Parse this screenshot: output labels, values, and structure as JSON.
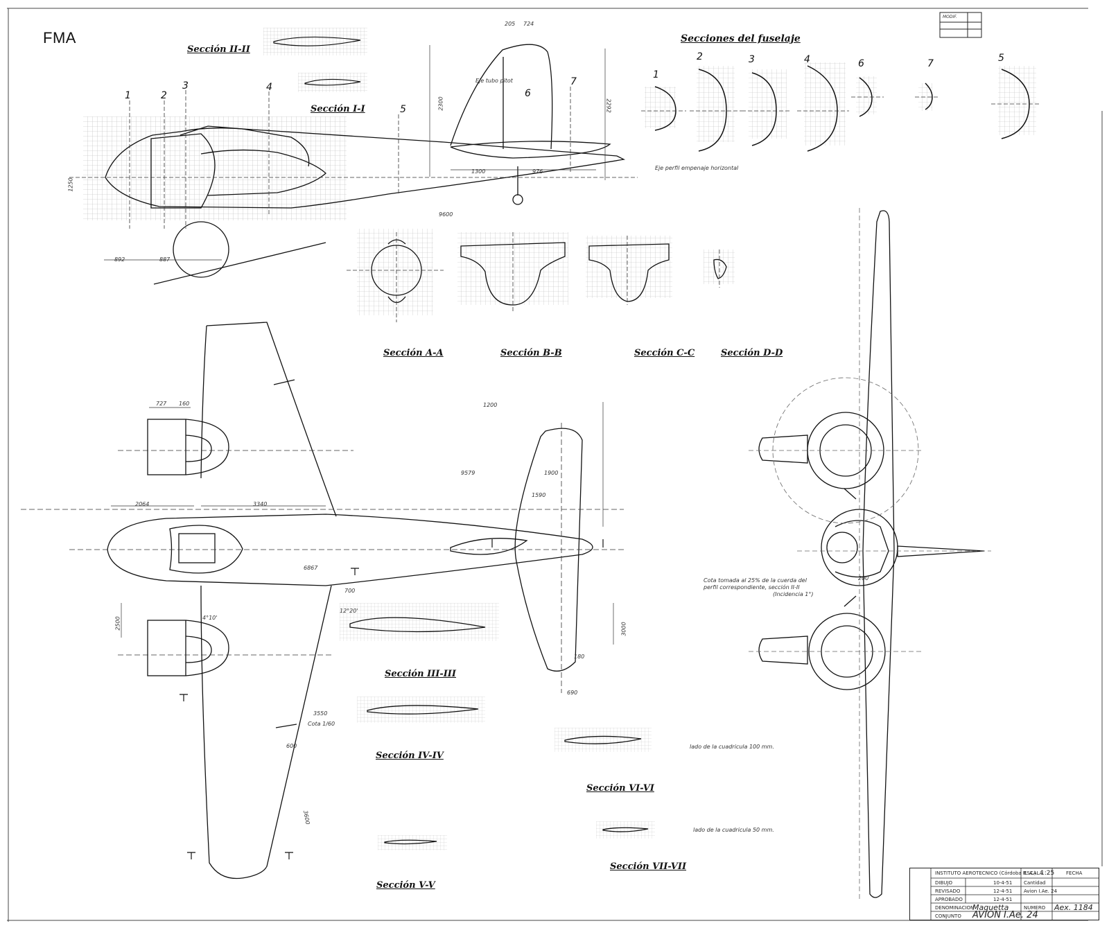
{
  "logo": "FMA",
  "sections": {
    "s2": "Sección II-II",
    "s1": "Sección I-I",
    "fuselage": "Secciones del fuselaje",
    "aa": "Sección A-A",
    "bb": "Sección B-B",
    "cc": "Sección C-C",
    "dd": "Sección D-D",
    "s3": "Sección III-III",
    "s4": "Sección IV-IV",
    "s5": "Sección V-V",
    "s6": "Sección VI-VI",
    "s7": "Sección VII-VII"
  },
  "fuselage_numbers": [
    "1",
    "2",
    "3",
    "4",
    "6",
    "7",
    "5"
  ],
  "station_numbers": [
    "1",
    "2",
    "3",
    "4",
    "5",
    "6",
    "7"
  ],
  "dimensions": {
    "d892": "892",
    "d887": "887",
    "d1250": "1250",
    "d9600": "9600",
    "d1300": "1300",
    "d976": "976",
    "d2300": "2300",
    "d2292": "2292",
    "d205": "205",
    "d724": "724",
    "d1200": "1200",
    "d9579": "9579",
    "d1900": "1900",
    "d1590": "1590",
    "d727": "727",
    "d160": "160",
    "d2064": "2064",
    "d3340": "3340",
    "d6867": "6867",
    "d700": "700",
    "d2500": "2500",
    "d3000": "3000",
    "d3550": "3550",
    "d600": "600",
    "d3600": "3600",
    "d180": "180",
    "d690": "690",
    "d200": "200",
    "ang1": "12°20'",
    "ang2": "4°10'",
    "cota": "Cota 1/60"
  },
  "notes": {
    "horizontal": "Eje perfil empenaje horizontal",
    "tubo": "Eje tubo pitot",
    "cota_line1": "Cota tomada al 25% de la cuerda del",
    "cota_line2": "perfil correspondiente, sección II-II",
    "cota_line3": "(Incidencia 1°)",
    "grid100": "lado de la cuadricula 100 mm.",
    "grid50": "lado de la cuadricula 50 mm."
  },
  "title_block": {
    "institute": "INSTITUTO AEROTECNICO (Córdoba R. A.)",
    "escala_label": "ESCALA",
    "escala": "1:25",
    "fecha_label": "FECHA",
    "dibujo": "DIBUJO",
    "revisado": "REVISADO",
    "aprobado": "APROBADO",
    "date1": "10-4-51",
    "date2": "12-4-51",
    "date3": "12-4-51",
    "cantidad": "Cantidad",
    "denominacion_label": "DENOMINACION",
    "denominacion": "Maquetta",
    "conjunto_label": "CONJUNTO",
    "conjunto": "AVION I.Ae. 24",
    "numero_label": "NUMERO",
    "numero": "Aex. 1184",
    "sub": "Avion I.Ae. 24"
  },
  "corner_box": {
    "mod": "MODIF."
  }
}
